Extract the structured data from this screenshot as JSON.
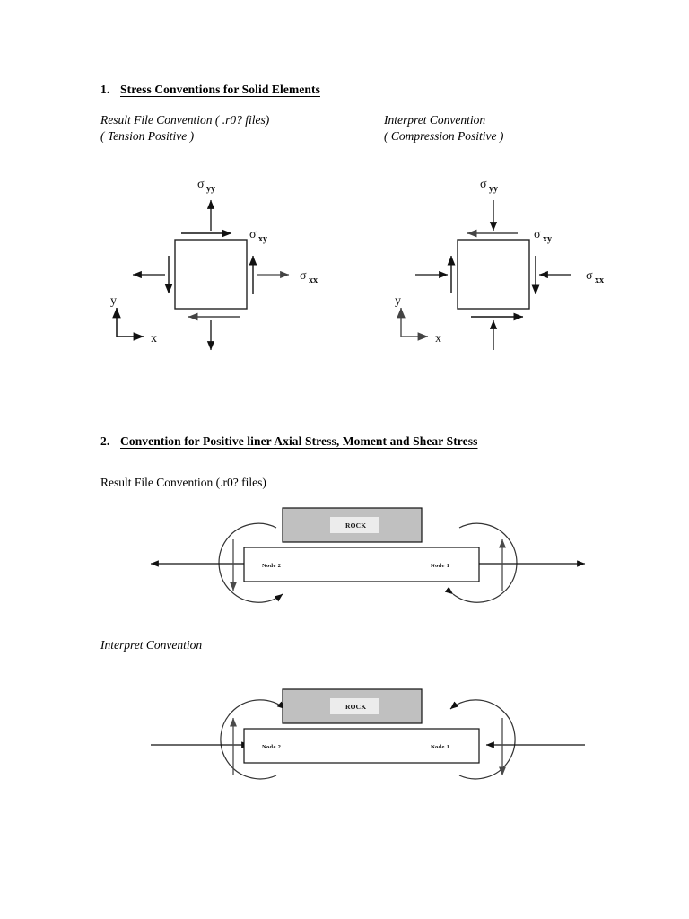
{
  "document": {
    "sections": [
      {
        "number": "1.",
        "title": "Stress Conventions for Solid Elements",
        "left_caption_line1": "Result File Convention ( .r0? files)",
        "left_caption_line2": "( Tension Positive )",
        "right_caption_line1": "Interpret Convention",
        "right_caption_line2": "( Compression Positive )"
      },
      {
        "number": "2.",
        "title": "Convention for Positive liner Axial Stress, Moment and Shear Stress",
        "caption_top": "Result File Convention (.r0? files)",
        "caption_bottom": "Interpret Convention"
      }
    ]
  },
  "stress_elements": {
    "left": {
      "label_yy": "σ",
      "sub_yy": "yy",
      "label_xy": "σ",
      "sub_xy": "xy",
      "label_xx": "σ",
      "sub_xx": "xx",
      "axis_x": "x",
      "axis_y": "y",
      "normal_sense": "tension",
      "shear_sense": "counter-clockwise"
    },
    "right": {
      "label_yy": "σ",
      "sub_yy": "yy",
      "label_xy": "σ",
      "sub_xy": "xy",
      "label_xx": "σ",
      "sub_xx": "xx",
      "axis_x": "x",
      "axis_y": "y",
      "normal_sense": "compression",
      "shear_sense": "clockwise"
    }
  },
  "liner_figures": {
    "top": {
      "rock_label": "ROCK",
      "node_left": "Node 2",
      "node_right": "Node 1",
      "axial_sense": "outward",
      "moment_sense": "positive",
      "shear_left": "down",
      "shear_right": "up"
    },
    "bottom": {
      "rock_label": "ROCK",
      "node_left": "Node 2",
      "node_right": "Node 1",
      "axial_sense": "inward",
      "moment_sense": "negative",
      "shear_left": "up",
      "shear_right": "down"
    }
  },
  "colors": {
    "ink": "#000000",
    "rock_fill": "#c0c0c0",
    "rock_border": "#000000",
    "liner_fill": "#ffffff",
    "arrow_gray": "#555555",
    "label_highlight": "#ececec"
  }
}
